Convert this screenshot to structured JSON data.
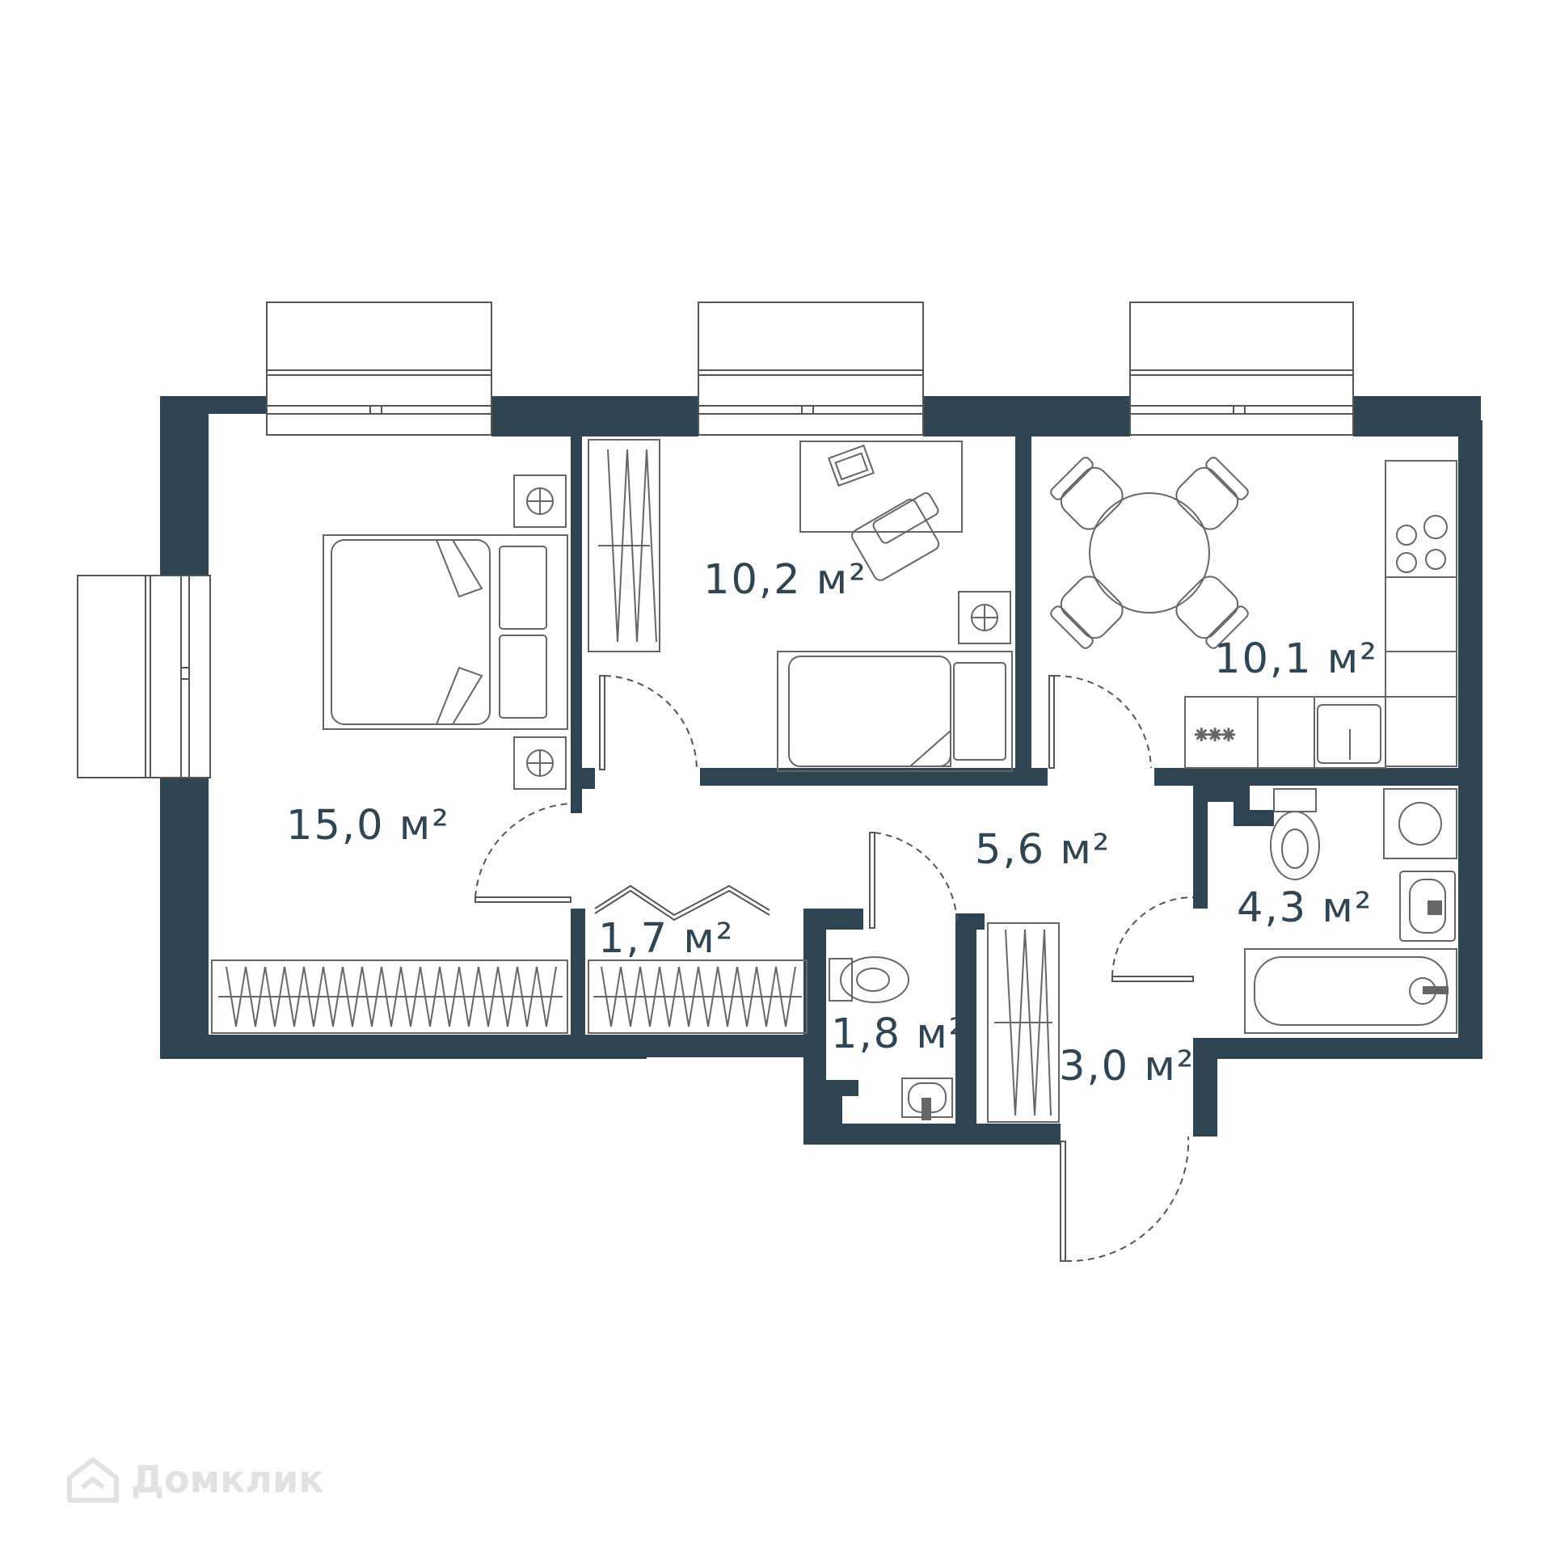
{
  "plan": {
    "wall_color": "#2f4553",
    "line_color": "#555555",
    "rooms": [
      {
        "id": "bedroom",
        "area": "15,0 м²"
      },
      {
        "id": "room",
        "area": "10,2 м²"
      },
      {
        "id": "kitchen",
        "area": "10,1 м²"
      },
      {
        "id": "hall",
        "area": "5,6 м²"
      },
      {
        "id": "bathroom",
        "area": "4,3 м²"
      },
      {
        "id": "closet",
        "area": "1,7 м²"
      },
      {
        "id": "wc",
        "area": "1,8 м²"
      },
      {
        "id": "entrance",
        "area": "3,0 м²"
      }
    ]
  },
  "watermark": {
    "text": "Домклик",
    "color": "#e2e2e2"
  }
}
